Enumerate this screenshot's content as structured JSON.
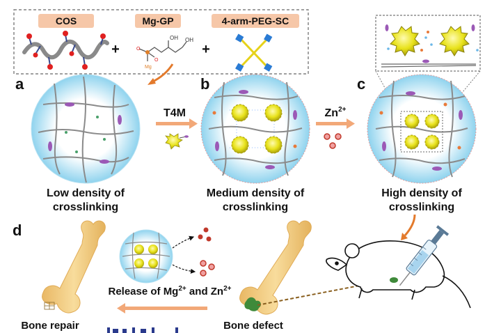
{
  "legend": {
    "cos": "COS",
    "mggp": "Mg-GP",
    "peg": "4-arm-PEG-SC",
    "plus": "+"
  },
  "panels": {
    "a": "a",
    "b": "b",
    "c": "c",
    "d": "d"
  },
  "arrows": {
    "t4m": "T4M",
    "zn_base": "Zn",
    "zn_sup": "2+"
  },
  "captions": {
    "low_1": "Low density of",
    "low_2": "crosslinking",
    "medium_1": "Medium density of",
    "medium_2": "crosslinking",
    "high_1": "High density of",
    "high_2": "crosslinking"
  },
  "bottom": {
    "release_prefix": "Release of Mg",
    "mg_sup": "2+",
    "release_mid": " and Zn",
    "zn_sup": "2+",
    "bone_repair": "Bone repair",
    "bone_defect": "Bone defect"
  },
  "colors": {
    "gel_edge": "#8fd3ee",
    "gel_center": "#ffffff",
    "np_yellow": "#e8e21a",
    "arrow_orange": "#f2a878",
    "bone": "#f2cf86",
    "defect_green": "#3f8a3a",
    "ion_red": "#c0392b"
  }
}
